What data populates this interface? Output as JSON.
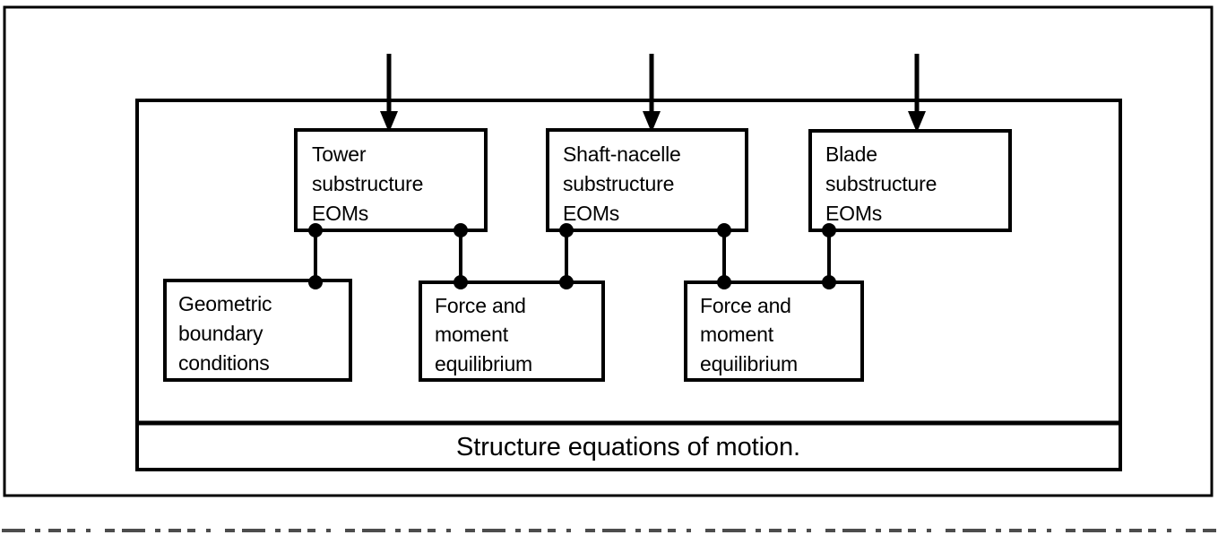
{
  "figure": {
    "caption": "Structure equations of motion.",
    "outer_border_color": "#000000",
    "panel_border_color": "#000000",
    "line_color": "#000000",
    "background": "#ffffff"
  },
  "inputs": [
    {
      "name": "tower-input-arrow",
      "target": "Tower substructure EOMs"
    },
    {
      "name": "shaft-nacelle-input-arrow",
      "target": "Shaft-nacelle substructure EOMs"
    },
    {
      "name": "blade-input-arrow",
      "target": "Blade substructure EOMs"
    }
  ],
  "substructure_blocks": [
    {
      "id": "tower",
      "lines": [
        "Tower",
        "substructure",
        "EOMs"
      ]
    },
    {
      "id": "shaft-nacelle",
      "lines": [
        "Shaft-nacelle",
        "substructure",
        "EOMs"
      ]
    },
    {
      "id": "blade",
      "lines": [
        "Blade",
        "substructure",
        "EOMs"
      ]
    }
  ],
  "coupling_blocks": [
    {
      "id": "geometric-bc",
      "lines": [
        "Geometric",
        "boundary",
        "conditions"
      ]
    },
    {
      "id": "force-moment-1",
      "lines": [
        "Force and",
        "moment",
        "equilibrium"
      ]
    },
    {
      "id": "force-moment-2",
      "lines": [
        "Force and",
        "moment",
        "equilibrium"
      ]
    }
  ],
  "connections": [
    {
      "from": "tower",
      "to": "geometric-bc"
    },
    {
      "from": "tower",
      "to": "force-moment-1"
    },
    {
      "from": "shaft-nacelle",
      "to": "force-moment-1"
    },
    {
      "from": "shaft-nacelle",
      "to": "force-moment-2"
    },
    {
      "from": "blade",
      "to": "force-moment-2"
    }
  ]
}
